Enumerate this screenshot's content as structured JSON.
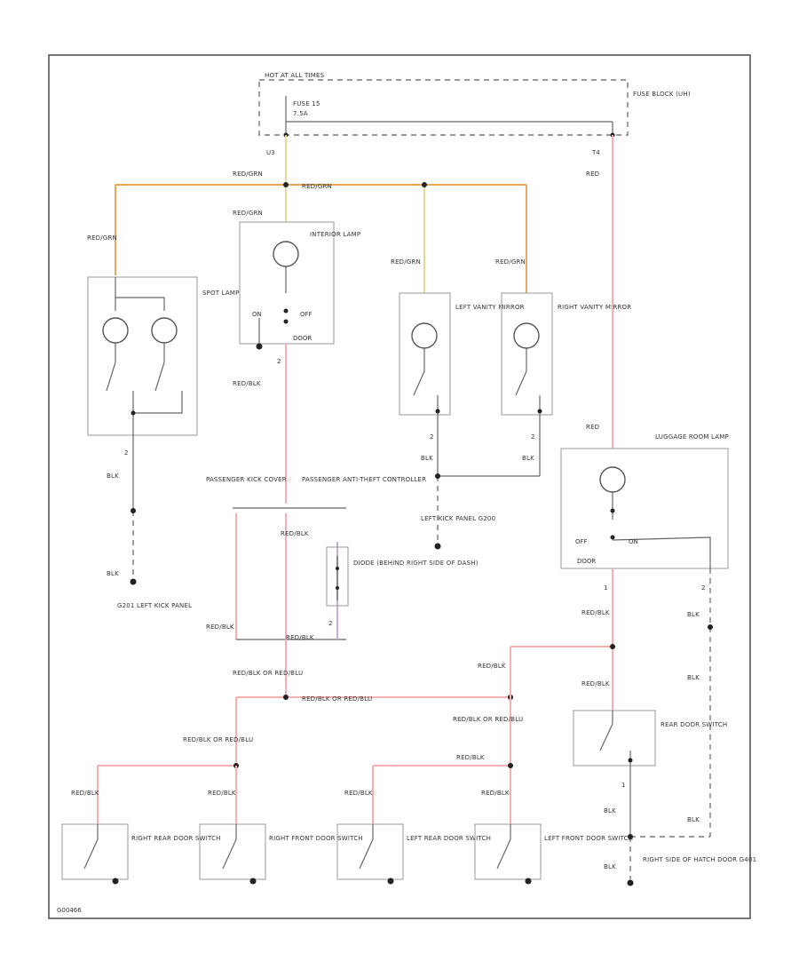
{
  "fuse": {
    "hot_label": "HOT AT ALL TIMES",
    "fuse_name": "FUSE 15",
    "fuse_rating": "7.5A",
    "block": "FUSE BLOCK (UH)",
    "pin_left": "U3",
    "pin_right": "T4"
  },
  "wires": {
    "red_grn": "RED/GRN",
    "red": "RED",
    "red_blk": "RED/BLK",
    "red_blk_or": "RED/BLK OR RED/BLU",
    "blk": "BLK"
  },
  "components": {
    "spot_lamp": "SPOT LAMP",
    "interior_lamp": "INTERIOR LAMP",
    "left_vanity": "LEFT VANITY MIRROR",
    "right_vanity": "RIGHT VANITY MIRROR",
    "luggage": "LUGGAGE ROOM LAMP",
    "diode": "DIODE (BEHIND RIGHT SIDE OF DASH)",
    "rear_door": "REAR DOOR SWITCH",
    "right_rear": "RIGHT REAR DOOR SWITCH",
    "right_front": "RIGHT FRONT DOOR SWITCH",
    "left_rear": "LEFT REAR DOOR SWITCH",
    "left_front": "LEFT FRONT DOOR SWITCH"
  },
  "switch_pos": {
    "on": "ON",
    "off": "OFF",
    "door": "DOOR"
  },
  "connectors": {
    "pass_kick": "PASSENGER KICK COVER",
    "pass_antitheft": "PASSENGER ANTI-THEFT CONTROLLER"
  },
  "grounds": {
    "left_kick_g201": "G201 LEFT KICK PANEL",
    "left_kick_g200": "LEFT KICK PANEL G200",
    "hatch": "RIGHT SIDE OF HATCH DOOR G401"
  },
  "pins": {
    "p1": "1",
    "p2": "2"
  },
  "footer": {
    "code": "G00466"
  }
}
